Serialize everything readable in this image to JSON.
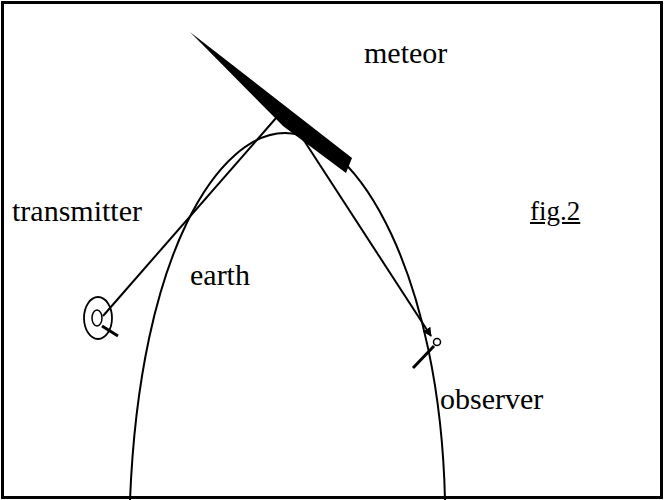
{
  "diagram": {
    "nodes": [
      {
        "text": [
          "earth"
        ]
      }
    ],
    "labels": [
      "meteor",
      "transmitter",
      "fig.2",
      "observer"
    ]
  }
}
